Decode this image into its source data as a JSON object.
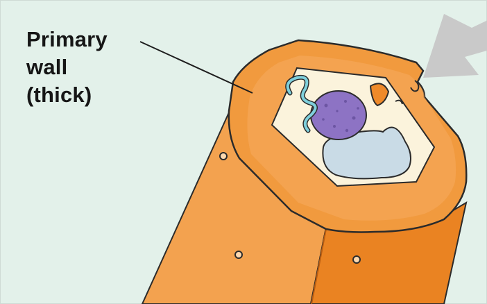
{
  "label": {
    "lines": [
      "Primary",
      "wall",
      "(thick)"
    ]
  },
  "colors": {
    "background": "#e3f1ea",
    "wall_light": "#f3a24f",
    "wall_mid": "#ef8a2a",
    "wall_dark": "#e0711a",
    "outline": "#2b2b2b",
    "cytoplasm": "#fbf3dc",
    "nucleus": "#8d73c4",
    "vacuole": "#c9dbe6",
    "arrow": "#c9c9c9",
    "leader_line": "#1e1e1e"
  },
  "icons": [
    "pointer-arrow-icon"
  ]
}
